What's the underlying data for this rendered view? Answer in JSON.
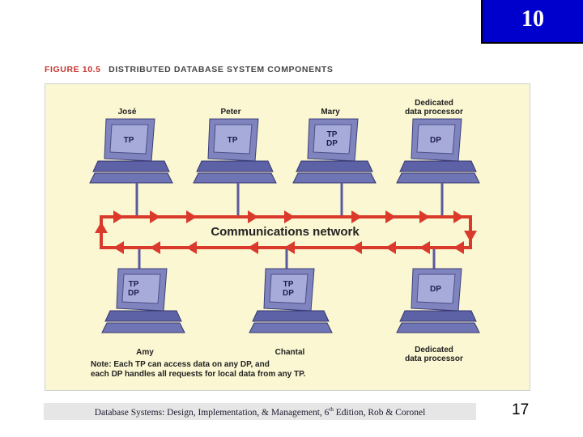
{
  "header": {
    "chapter_number": "10"
  },
  "figure": {
    "number_label": "FIGURE 10.5",
    "title": "DISTRIBUTED DATABASE SYSTEM COMPONENTS",
    "top_nodes": [
      {
        "label": "José",
        "screen_lines": [
          "TP"
        ]
      },
      {
        "label": "Peter",
        "screen_lines": [
          "TP"
        ]
      },
      {
        "label": "Mary",
        "screen_lines": [
          "TP",
          "DP"
        ]
      },
      {
        "label_lines": [
          "Dedicated",
          "data processor"
        ],
        "screen_lines": [
          "DP"
        ]
      }
    ],
    "bottom_nodes": [
      {
        "label": "Amy",
        "screen_lines": [
          "TP",
          "DP"
        ]
      },
      {
        "label": "Chantal",
        "screen_lines": [
          "TP",
          "DP"
        ]
      },
      {
        "label_lines": [
          "Dedicated",
          "data processor"
        ],
        "screen_lines": [
          "DP"
        ]
      }
    ],
    "network_label": "Communications network",
    "note_lines": [
      "Note: Each TP can access data on any DP, and",
      "each DP handles all requests for local data from any TP."
    ],
    "colors": {
      "background": "#fbf7d2",
      "arrow": "#d93a2b",
      "connector": "#5a5aa0",
      "monitor": "#7f84bf"
    }
  },
  "footer": {
    "text_before_sup": "Database Systems: Design, Implementation, & Management, 6",
    "sup": "th",
    "text_after_sup": " Edition, Rob & Coronel",
    "page_number": "17"
  }
}
